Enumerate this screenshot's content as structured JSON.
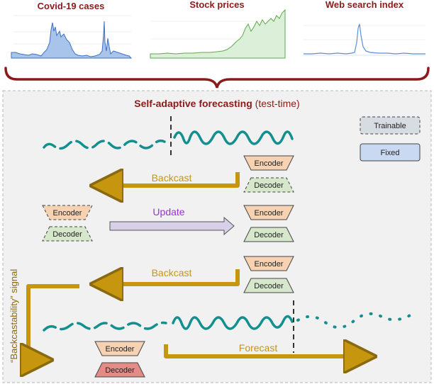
{
  "datasets": {
    "covid_title": "Covid-19 cases",
    "stock_title": "Stock prices",
    "web_title": "Web search index"
  },
  "panel": {
    "title_bold": "Self-adaptive forecasting",
    "title_suffix": " (test-time)"
  },
  "legend": {
    "trainable": "Trainable",
    "fixed": "Fixed"
  },
  "blocks": {
    "encoder": "Encoder",
    "decoder": "Decoder"
  },
  "arrows": {
    "backcast": "Backcast",
    "update": "Update",
    "forecast": "Forecast",
    "signal": "“Backcastability” signal"
  },
  "colors": {
    "title": "#8b1a1a",
    "wave": "#138f8f",
    "arrow_gold": "#c6960f",
    "update_arrow": "#d8cfe9",
    "update_text": "#9b30d9",
    "encoder_fill": "#f6d2b3",
    "decoder_fill": "#d7e7cb",
    "decoder_fixed_red": "#e38b86",
    "fixed_fill": "#c9d9f1",
    "trainable_fill": "#d7dce3",
    "panel_bg": "#f1f1f1"
  }
}
